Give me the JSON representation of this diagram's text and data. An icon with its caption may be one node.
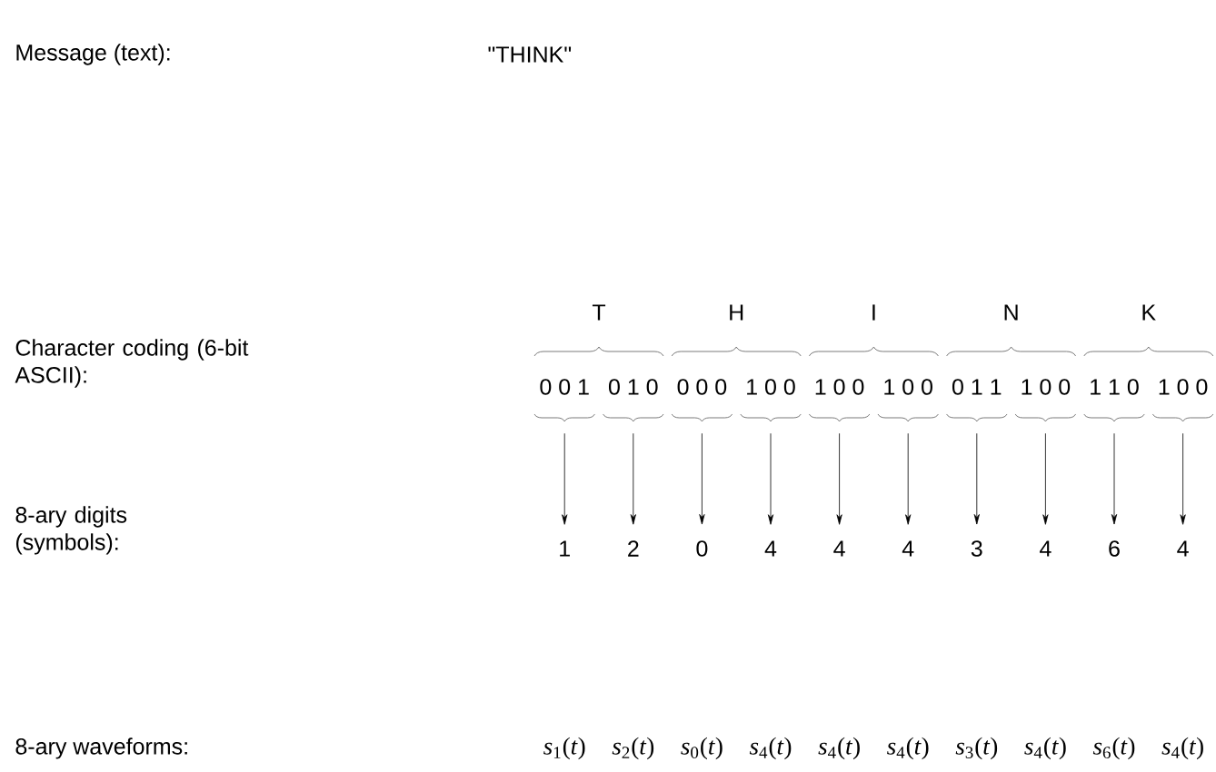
{
  "diagram": {
    "nodes": [
      {
        "text": [
          "0 0 1"
        ]
      },
      {
        "text": [
          "0 1 0"
        ]
      },
      {
        "text": [
          "0 0 0"
        ]
      },
      {
        "text": [
          "1 0 0"
        ]
      },
      {
        "text": [
          "1 0 0"
        ]
      },
      {
        "text": [
          "1 0 0"
        ]
      },
      {
        "text": [
          "0 1 1"
        ]
      },
      {
        "text": [
          "1 0 0"
        ]
      },
      {
        "text": [
          "1 1 0"
        ]
      },
      {
        "text": [
          "1 0 0"
        ]
      },
      {
        "text": [
          "1"
        ]
      },
      {
        "text": [
          "2"
        ]
      },
      {
        "text": [
          "0"
        ]
      },
      {
        "text": [
          "4"
        ]
      },
      {
        "text": [
          "4"
        ]
      },
      {
        "text": [
          "4"
        ]
      },
      {
        "text": [
          "3"
        ]
      },
      {
        "text": [
          "4"
        ]
      },
      {
        "text": [
          "6"
        ]
      },
      {
        "text": [
          "4"
        ]
      }
    ],
    "edges": [
      {
        "from": 0,
        "to": 10,
        "arrow": "to"
      },
      {
        "from": 1,
        "to": 11,
        "arrow": "to"
      },
      {
        "from": 2,
        "to": 12,
        "arrow": "to"
      },
      {
        "from": 3,
        "to": 13,
        "arrow": "to"
      },
      {
        "from": 4,
        "to": 14,
        "arrow": "to"
      },
      {
        "from": 5,
        "to": 15,
        "arrow": "to"
      },
      {
        "from": 6,
        "to": 16,
        "arrow": "to"
      },
      {
        "from": 7,
        "to": 17,
        "arrow": "to"
      },
      {
        "from": 8,
        "to": 18,
        "arrow": "to"
      },
      {
        "from": 9,
        "to": 19,
        "arrow": "to"
      }
    ],
    "labels": [
      "Message (text):",
      "\"THINK\"",
      "T",
      "H",
      "I",
      "N",
      "K",
      "Character coding (6-bit ASCII):",
      "8-ary digits (symbols):",
      "8-ary waveforms:",
      "*s*$_{1}$(*t*)",
      "*s*$_{2}$(*t*)",
      "*s*$_{0}$(*t*)",
      "*s*$_{4}$(*t*)",
      "*s*$_{4}$(*t*)",
      "*s*$_{4}$(*t*)",
      "*s*$_{3}$(*t*)",
      "*s*$_{4}$(*t*)",
      "*s*$_{6}$(*t*)",
      "*s*$_{4}$(*t*)"
    ]
  }
}
